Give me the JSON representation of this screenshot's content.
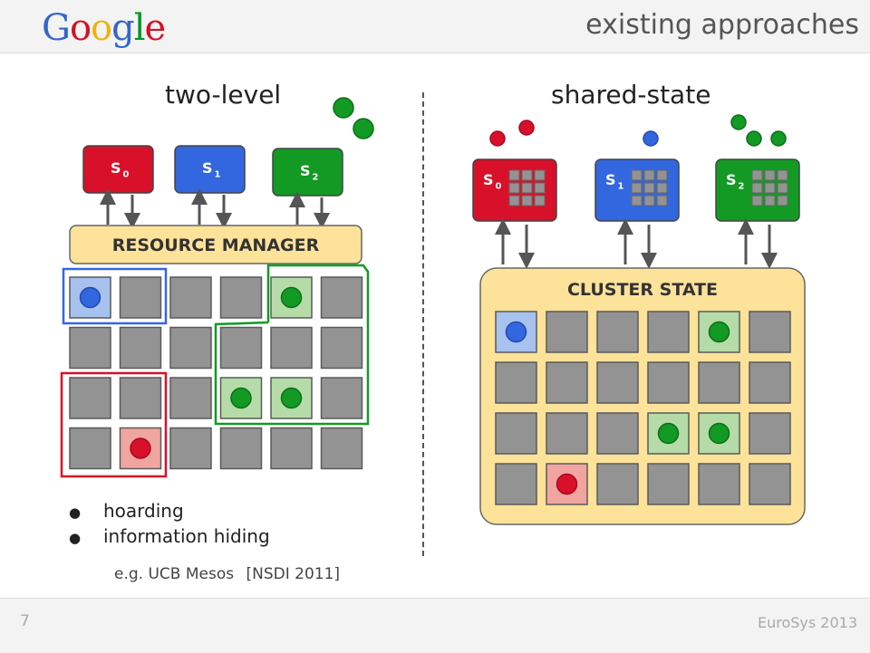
{
  "header": {
    "logo_letters": [
      {
        "char": "G",
        "color": "#3366cc"
      },
      {
        "char": "o",
        "color": "#d50f25"
      },
      {
        "char": "o",
        "color": "#eeb211"
      },
      {
        "char": "g",
        "color": "#3366cc"
      },
      {
        "char": "l",
        "color": "#009925"
      },
      {
        "char": "e",
        "color": "#d50f25"
      }
    ],
    "title": "existing approaches"
  },
  "colors": {
    "red": "#d9102a",
    "blue": "#3367e0",
    "green": "#129a24",
    "manager_fill": "#fde29a",
    "cell_gray": "#939393",
    "cell_blue": "#a7c2ee",
    "cell_green": "#b5dba8",
    "cell_red": "#f0a5a0"
  },
  "left": {
    "title": "two-level",
    "schedulers": [
      {
        "label": "S",
        "sub": "0",
        "color": "red"
      },
      {
        "label": "S",
        "sub": "1",
        "color": "blue"
      },
      {
        "label": "S",
        "sub": "2",
        "color": "green"
      }
    ],
    "manager_label": "RESOURCE MANAGER",
    "grid": [
      [
        {
          "fill": "blue",
          "dot": "blue"
        },
        {},
        {},
        {},
        {
          "fill": "green",
          "dot": "green"
        },
        {}
      ],
      [
        {},
        {},
        {},
        {},
        {},
        {}
      ],
      [
        {},
        {},
        {},
        {
          "fill": "green",
          "dot": "green"
        },
        {
          "fill": "green",
          "dot": "green"
        },
        {}
      ],
      [
        {},
        {
          "fill": "red",
          "dot": "red"
        },
        {},
        {},
        {},
        {}
      ]
    ],
    "bullets": [
      "hoarding",
      "information hiding"
    ],
    "citation": {
      "prefix": "e.g. UCB Mesos",
      "ref": "[NSDI 2011]"
    }
  },
  "right": {
    "title": "shared-state",
    "schedulers": [
      {
        "label": "S",
        "sub": "0",
        "color": "red",
        "tasks": 2
      },
      {
        "label": "S",
        "sub": "1",
        "color": "blue",
        "tasks": 1
      },
      {
        "label": "S",
        "sub": "2",
        "color": "green",
        "tasks": 3
      }
    ],
    "state_label": "CLUSTER STATE",
    "grid": [
      [
        {
          "fill": "blue",
          "dot": "blue"
        },
        {},
        {},
        {},
        {
          "fill": "green",
          "dot": "green"
        },
        {}
      ],
      [
        {},
        {},
        {},
        {},
        {},
        {}
      ],
      [
        {},
        {},
        {},
        {
          "fill": "green",
          "dot": "green"
        },
        {
          "fill": "green",
          "dot": "green"
        },
        {}
      ],
      [
        {},
        {
          "fill": "red",
          "dot": "red"
        },
        {},
        {},
        {},
        {}
      ]
    ]
  },
  "footer": {
    "page": "7",
    "conference": "EuroSys 2013"
  }
}
